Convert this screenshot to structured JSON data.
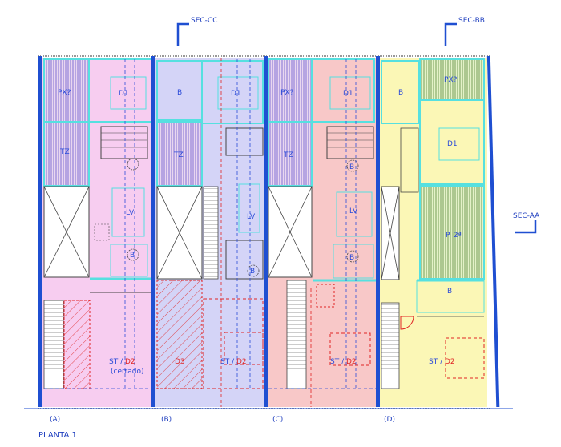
{
  "sections": {
    "cc": "SEC-CC",
    "bb": "SEC-BB",
    "aa": "SEC-AA"
  },
  "title": "PLANTA 1",
  "units": [
    {
      "letter": "(A)",
      "fill": "#f7cdf0",
      "rooms": {
        "px": "PX?",
        "tz": "TZ",
        "d1": "D1",
        "lv": "LV",
        "b": "B",
        "st": "ST / ",
        "st_red": "D2",
        "note": "(cerrado)"
      }
    },
    {
      "letter": "(B)",
      "fill": "#d4d4f7",
      "rooms": {
        "b_top": "B",
        "tz": "TZ",
        "d1": "D1",
        "lv": "LV",
        "b": "B",
        "d3": "D3",
        "st": "ST / ",
        "st_red": "D2"
      }
    },
    {
      "letter": "(C)",
      "fill": "#f8c8c8",
      "rooms": {
        "px": "PX?",
        "tz": "TZ",
        "d1": "D1",
        "lv": "LV",
        "b": "B",
        "b2": "B",
        "st": "ST / ",
        "st_red": "D2"
      }
    },
    {
      "letter": "(D)",
      "fill": "#fbf7b6",
      "rooms": {
        "b_top": "B",
        "px": "PX?",
        "d1": "D1",
        "p2": "P. 2ª",
        "b": "B",
        "st": "ST / ",
        "st_red": "D2"
      }
    }
  ],
  "colors": {
    "wall": "#1f4fd1",
    "cyan": "#56e0e0",
    "red": "#e02424",
    "hatch": "#6a5acd"
  }
}
